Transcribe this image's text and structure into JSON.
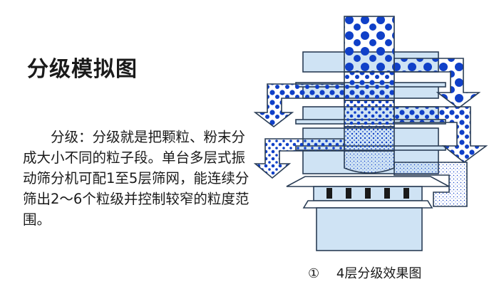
{
  "heading": "分级模拟图",
  "description": "分级：分级就是把颗粒、粉末分成大小不同的粒子段。单台多层式振动筛分机可配1至5层筛网，能连续分筛出2～6个粒级并控制较窄的粒度范围。",
  "caption": {
    "number": "①",
    "text": "4层分级效果图"
  },
  "colors": {
    "particle_blue": "#1040c8",
    "machine_fill": "#cfe3f4",
    "machine_stroke": "#2a3d55",
    "flow_fill": "#dbeaf6"
  }
}
